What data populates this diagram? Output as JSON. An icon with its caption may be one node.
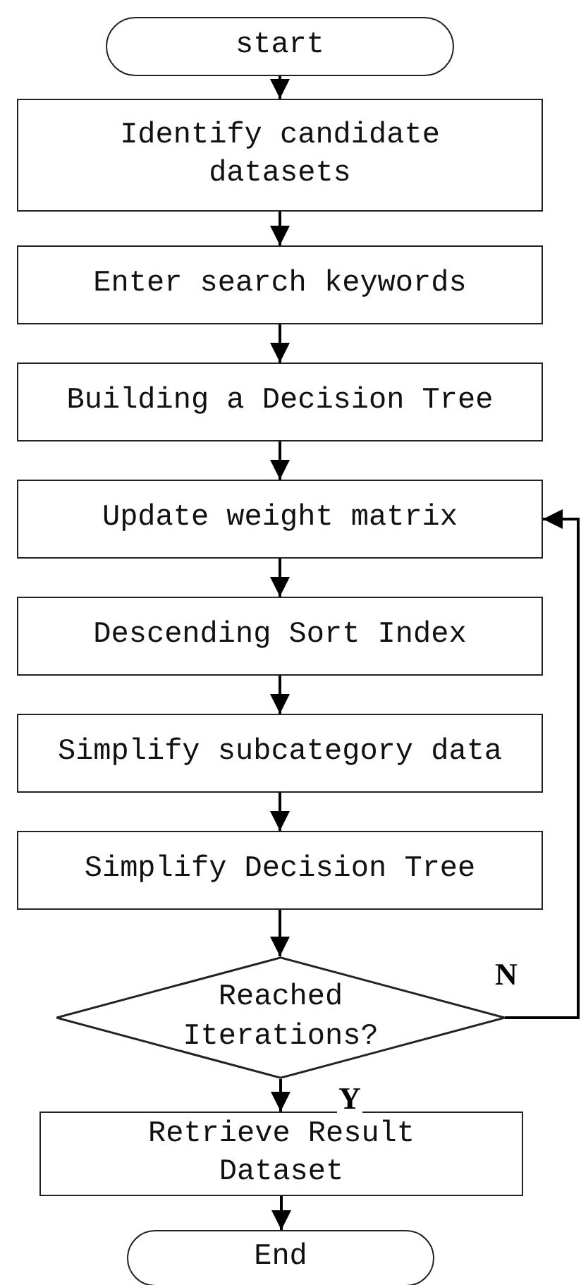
{
  "diagram": {
    "nodes": [
      {
        "text": [
          "start"
        ]
      },
      {
        "text": [
          "Identify candidate datasets"
        ]
      },
      {
        "text": [
          "Enter search keywords"
        ]
      },
      {
        "text": [
          "Building a Decision Tree"
        ]
      },
      {
        "text": [
          "Update weight matrix"
        ]
      },
      {
        "text": [
          "Descending Sort Index"
        ]
      },
      {
        "text": [
          "Simplify subcategory data"
        ]
      },
      {
        "text": [
          "Simplify Decision Tree"
        ]
      },
      {
        "text": [
          "Reached Iterations?"
        ]
      },
      {
        "text": [
          "Retrieve Result Dataset"
        ]
      },
      {
        "text": [
          "End"
        ]
      }
    ],
    "edges": [
      {
        "from": 0,
        "to": 1,
        "arrow": "to"
      },
      {
        "from": 1,
        "to": 2,
        "arrow": "to"
      },
      {
        "from": 2,
        "to": 3,
        "arrow": "to"
      },
      {
        "from": 3,
        "to": 4,
        "arrow": "to"
      },
      {
        "from": 4,
        "to": 5,
        "arrow": "to"
      },
      {
        "from": 5,
        "to": 6,
        "arrow": "to"
      },
      {
        "from": 6,
        "to": 7,
        "arrow": "to"
      },
      {
        "from": 7,
        "to": 8,
        "arrow": "to"
      },
      {
        "from": 8,
        "to": 4,
        "arrow": "to",
        "label": "N"
      },
      {
        "from": 8,
        "to": 9,
        "arrow": "to",
        "label": "Y"
      },
      {
        "from": 9,
        "to": 10,
        "arrow": "to"
      }
    ]
  }
}
